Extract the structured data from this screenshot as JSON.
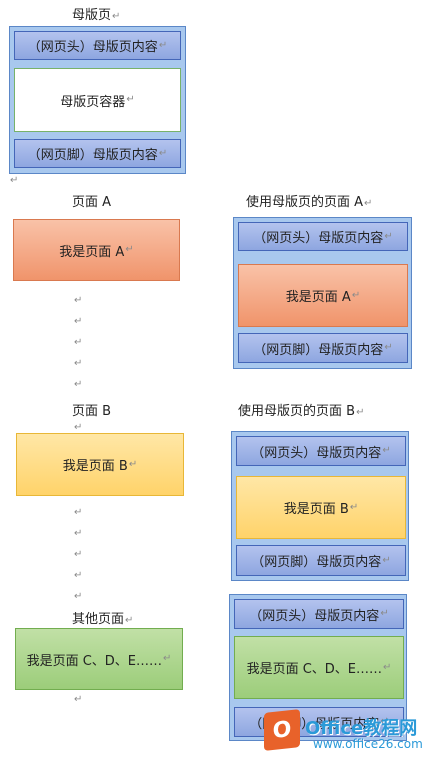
{
  "labels": {
    "master_title": "母版页",
    "page_a": "页面 A",
    "using_a": "使用母版页的页面 A",
    "page_b": "页面 B",
    "using_b": "使用母版页的页面 B",
    "other": "其他页面"
  },
  "master": {
    "header": "（网页头）母版页内容",
    "container": "母版页容器",
    "footer": "（网页脚）母版页内容"
  },
  "pages": {
    "a": "我是页面 A",
    "b": "我是页面 B",
    "cde": "我是页面 C、D、E……"
  },
  "marks": {
    "para": "↵"
  },
  "watermark": {
    "logo_glyph": "O",
    "brand": "Office教程网",
    "url": "www.office26.com"
  },
  "colors": {
    "master_bg": "#a8c8ee",
    "bar_fill": "#8ea6e0",
    "page_a_fill": "#f0946b",
    "page_b_fill": "#ffd36a",
    "page_cde_fill": "#9ccd7a",
    "logo_orange": "#e8622a",
    "logo_blue": "#2b9ad8"
  }
}
